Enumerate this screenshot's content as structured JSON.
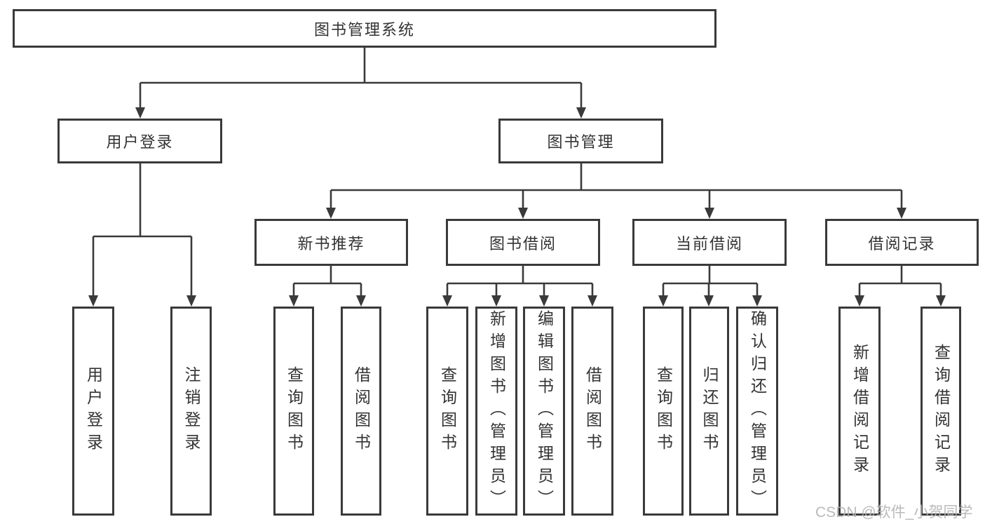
{
  "diagram": {
    "root": "图书管理系统",
    "level1": [
      "用户登录",
      "图书管理"
    ],
    "level2": [
      "新书推荐",
      "图书借阅",
      "当前借阅",
      "借阅记录"
    ],
    "leaves": {
      "user_login": [
        "用户登录",
        "注销登录"
      ],
      "new_books": [
        "查询图书",
        "借阅图书"
      ],
      "book_borrow": [
        "查询图书",
        "新增图书（管理员）",
        "编辑图书（管理员）",
        "借阅图书"
      ],
      "current_borrow": [
        "查询图书",
        "归还图书",
        "确认归还（管理员）"
      ],
      "borrow_records": [
        "新增借阅记录",
        "查询借阅记录"
      ]
    }
  },
  "watermark": "CSDN @软件_小贺同学",
  "colors": {
    "line": "#3a3a3a",
    "text": "#333333",
    "watermark": "#b3b3b3",
    "background": "#ffffff"
  }
}
